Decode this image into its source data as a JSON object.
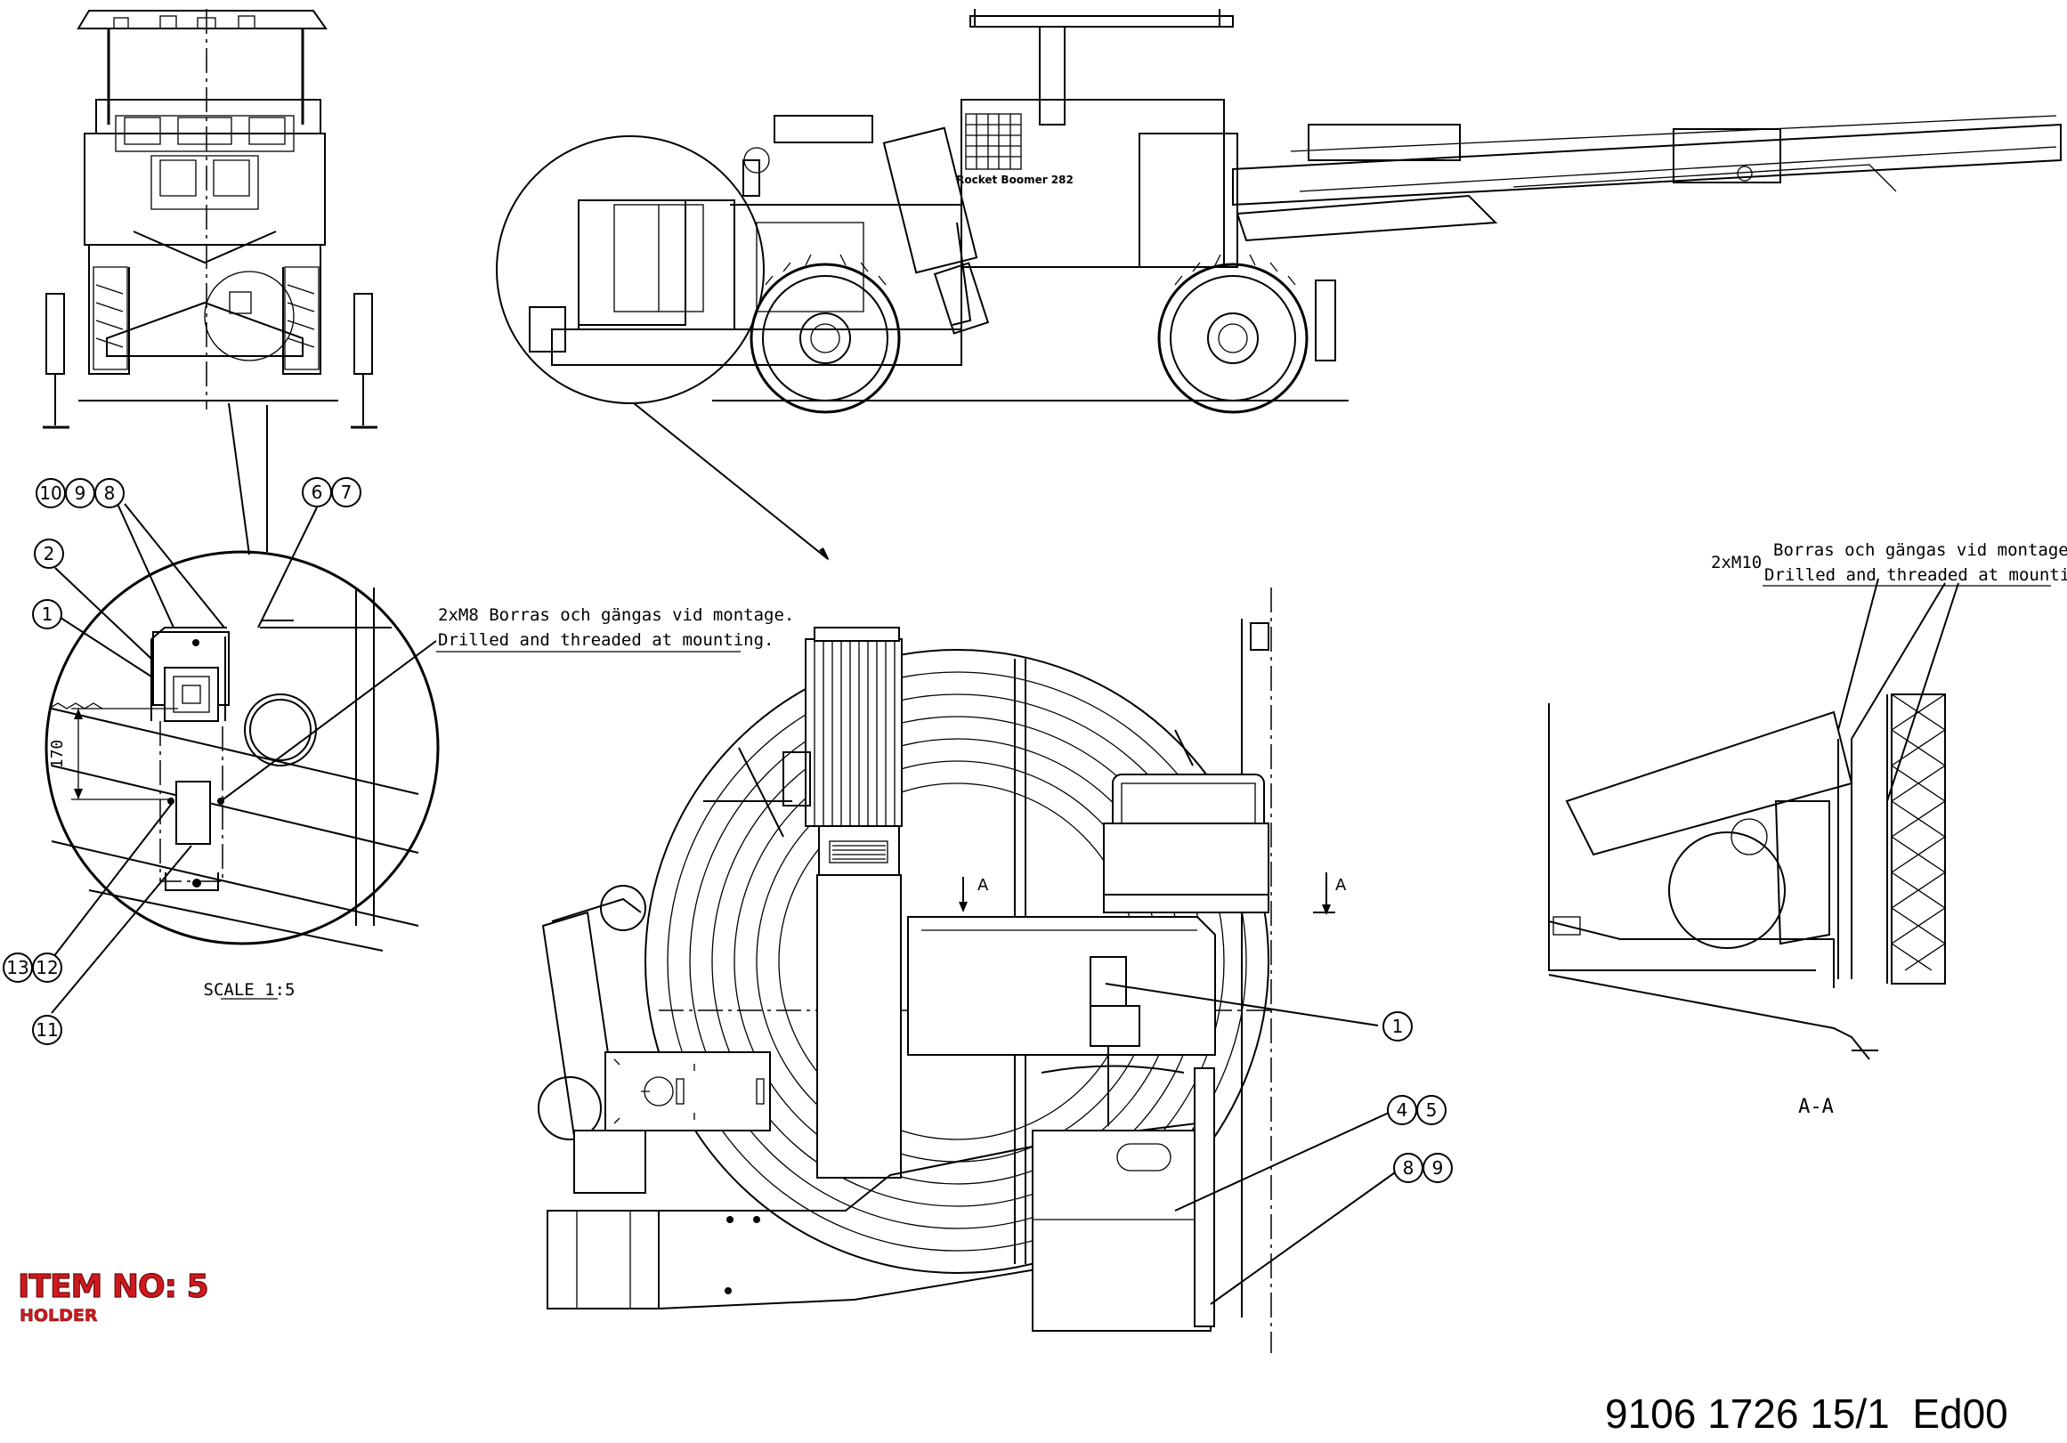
{
  "item": {
    "title": "ITEM NO: 5",
    "subtitle": "HOLDER"
  },
  "document_number": "9106 1726 15/1  Ed00",
  "notes": {
    "m8_line1": "2xM8 Borras och gängas vid montage.",
    "m8_line2": "Drilled and threaded at mounting.",
    "m10_prefix": "2xM10",
    "m10_line1": "Borras och gängas vid montage.",
    "m10_line2": "Drilled and threaded at mounting."
  },
  "labels": {
    "scale": "SCALE 1:5",
    "section": "A-A",
    "section_mark_left": "A",
    "section_mark_right": "A",
    "dimension_170": "170",
    "machine_badge": "Rocket Boomer 282"
  },
  "callouts": {
    "c10": "10",
    "c9": "9",
    "c8": "8",
    "c6": "6",
    "c7": "7",
    "c2": "2",
    "c1": "1",
    "c13": "13",
    "c12": "12",
    "c11": "11",
    "m1": "1",
    "m4": "4",
    "m5": "5",
    "m8": "8",
    "m9": "9"
  },
  "colors": {
    "title": "#d0191d",
    "lines": "#000000",
    "background": "#ffffff"
  }
}
